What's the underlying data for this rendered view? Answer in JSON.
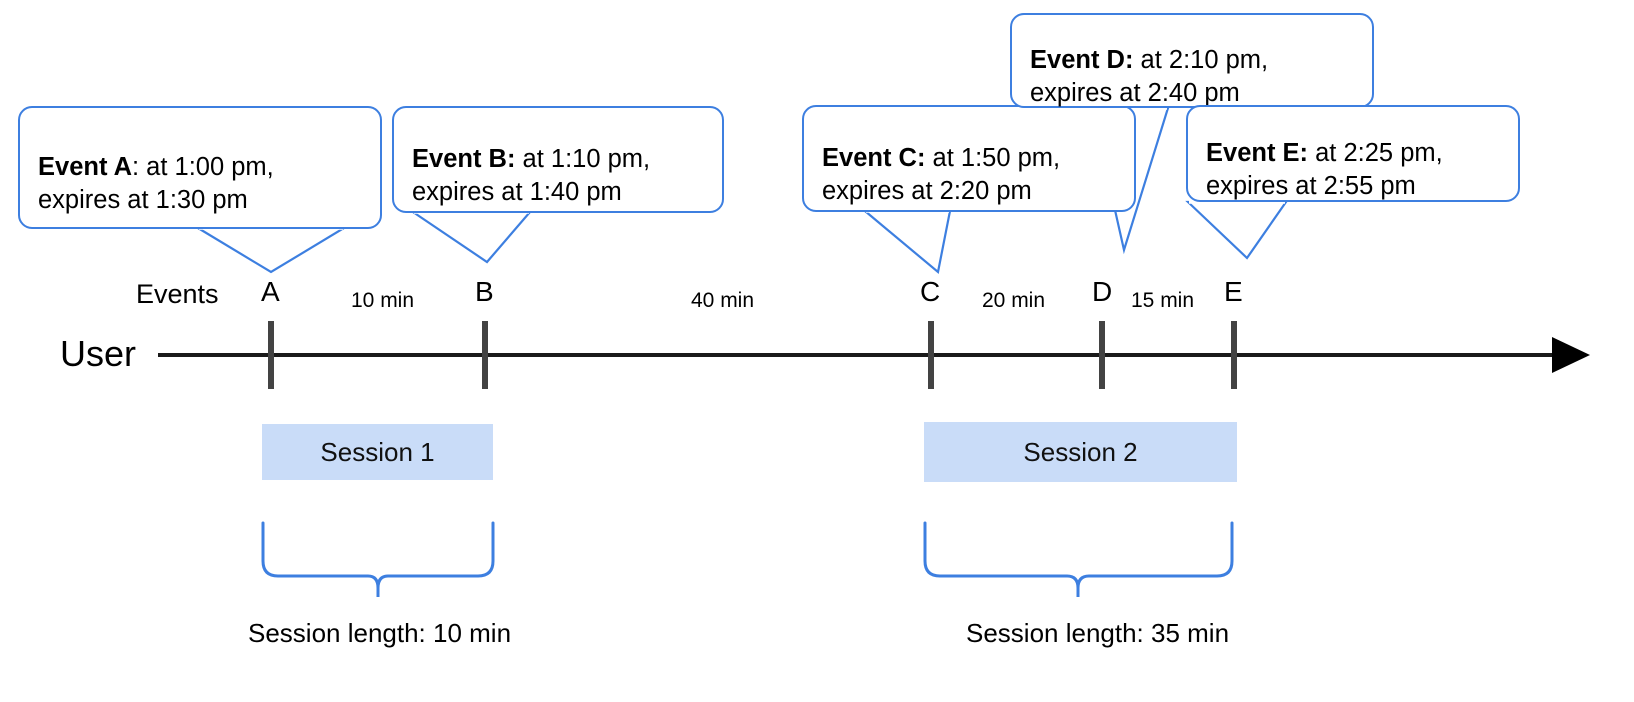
{
  "diagram": {
    "title_text": "",
    "colors": {
      "callout_border": "#3d7fe0",
      "brace": "#3d7fe0",
      "session_fill": "#c9dcf8",
      "axis": "#1a1a1a",
      "tick": "#434343",
      "text": "#000000"
    },
    "axis": {
      "user_label": "User",
      "events_label": "Events",
      "arrow_direction": "right"
    },
    "events": [
      {
        "id": "A",
        "tick_label": "A",
        "bold": "Event A",
        "sep": ": ",
        "line1": "at 1:00 pm,",
        "line2": "expires at 1:30 pm",
        "time": "1:00 pm",
        "expires": "1:30 pm"
      },
      {
        "id": "B",
        "tick_label": "B",
        "bold": "Event B:",
        "sep": " ",
        "line1": "at 1:10 pm,",
        "line2": "expires at 1:40 pm",
        "time": "1:10 pm",
        "expires": "1:40 pm"
      },
      {
        "id": "C",
        "tick_label": "C",
        "bold": "Event C:",
        "sep": " ",
        "line1": "at 1:50 pm,",
        "line2": "expires at 2:20 pm",
        "time": "1:50 pm",
        "expires": "2:20 pm"
      },
      {
        "id": "D",
        "tick_label": "D",
        "bold": "Event D:",
        "sep": " ",
        "line1": "at 2:10 pm,",
        "line2": "expires at 2:40 pm",
        "time": "2:10 pm",
        "expires": "2:40 pm"
      },
      {
        "id": "E",
        "tick_label": "E",
        "bold": "Event E:",
        "sep": " ",
        "line1": "at 2:25 pm,",
        "line2": "expires at 2:55 pm",
        "time": "2:25 pm",
        "expires": "2:55 pm"
      }
    ],
    "gaps": [
      {
        "from": "A",
        "to": "B",
        "label": "10 min"
      },
      {
        "from": "B",
        "to": "C",
        "label": "40 min"
      },
      {
        "from": "C",
        "to": "D",
        "label": "20 min"
      },
      {
        "from": "D",
        "to": "E",
        "label": "15 min"
      }
    ],
    "sessions": [
      {
        "name": "Session 1",
        "length_label": "Session length: 10 min",
        "length": "10 min"
      },
      {
        "name": "Session 2",
        "length_label": "Session length: 35 min",
        "length": "35 min"
      }
    ]
  }
}
